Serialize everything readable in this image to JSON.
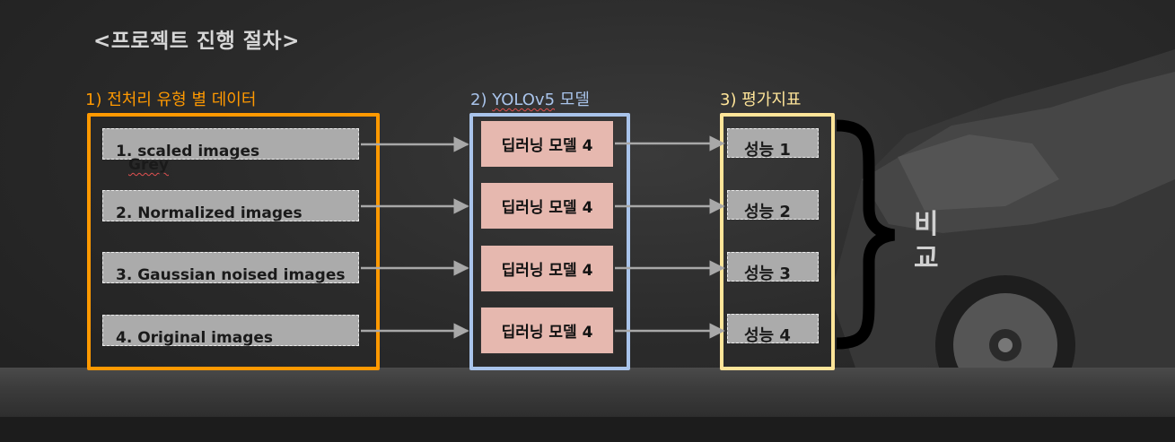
{
  "title": "<프로젝트 진행 절차>",
  "group1": {
    "label": "1) 전처리 유형 별 데이터",
    "items": [
      "1. Grey scaled images",
      "2. Normalized images",
      "3. Gaussian noised images",
      "4. Original images"
    ]
  },
  "group2": {
    "label_prefix": "2) ",
    "label_model": "YOLOv5",
    "label_suffix": " 모델",
    "items": [
      "딥러닝 모델 4",
      "딥러닝 모델 4",
      "딥러닝 모델 4",
      "딥러닝 모델 4"
    ]
  },
  "group3": {
    "label": "3) 평가지표",
    "items": [
      "성능 1",
      "성능 2",
      "성능 3",
      "성능 4"
    ]
  },
  "compare": {
    "line1": "비",
    "line2": "교"
  },
  "colors": {
    "orange": "#ff9900",
    "blue": "#a9c4eb",
    "yellow": "#ffe599",
    "model_fill": "#e6b8af",
    "box_fill": "#ababab"
  },
  "icons": [
    "right-arrow-icon",
    "curly-brace-icon"
  ]
}
